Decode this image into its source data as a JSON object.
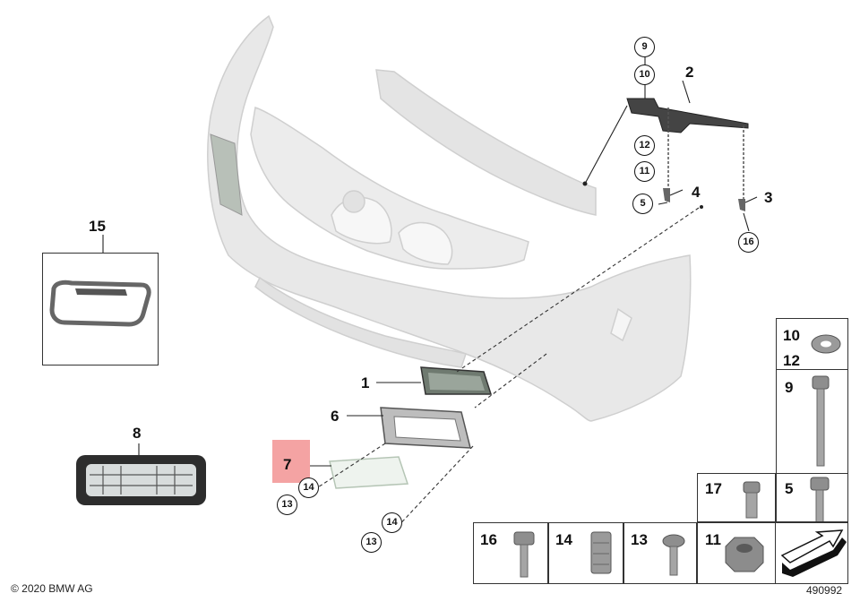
{
  "callouts": {
    "p1": "1",
    "p2": "2",
    "p3": "3",
    "p4": "4",
    "p6": "6",
    "p7": "7",
    "p8": "8",
    "p15": "15",
    "t10": "10",
    "t12": "12",
    "t9": "9",
    "t17": "17",
    "t5": "5",
    "b16": "16",
    "b14": "14",
    "b13": "13",
    "b11": "11"
  },
  "circled": {
    "c9": "9",
    "c10": "10",
    "c12": "12",
    "c11": "11",
    "c5": "5",
    "c16": "16",
    "c14a": "14",
    "c13a": "13",
    "c14b": "14",
    "c13b": "13"
  },
  "footer": {
    "copyright": "© 2020 BMW AG",
    "diagram_number": "490992"
  },
  "colors": {
    "bumper": "#e6e6e6",
    "outline": "#c9c9c9",
    "highlight": "#f4a3a3",
    "ink": "#111111"
  }
}
